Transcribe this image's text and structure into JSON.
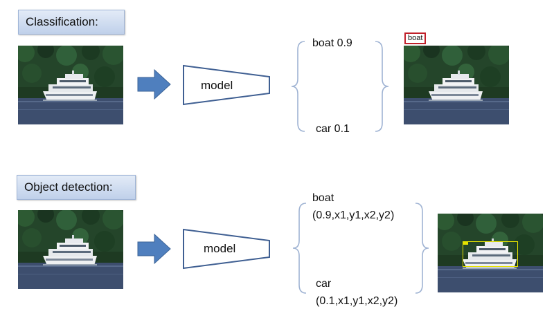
{
  "classification": {
    "title": "Classification:",
    "model_label": "model",
    "outputs": [
      {
        "label": "boat  0.9"
      },
      {
        "label": "car  0.1"
      }
    ],
    "result_tag": "boat"
  },
  "detection": {
    "title": "Object detection:",
    "model_label": "model",
    "outputs": [
      {
        "name": "boat",
        "values": "(0.9,x1,y1,x2,y2)"
      },
      {
        "name": "car",
        "values": "(0.1,x1,y1,x2,y2)"
      }
    ]
  },
  "colors": {
    "arrow_fill": "#4f7fbe",
    "label_bg": "#c9d7ee",
    "brace": "#9fb3d3",
    "class_box": "#c0202a",
    "detect_box": "#e6e200"
  }
}
